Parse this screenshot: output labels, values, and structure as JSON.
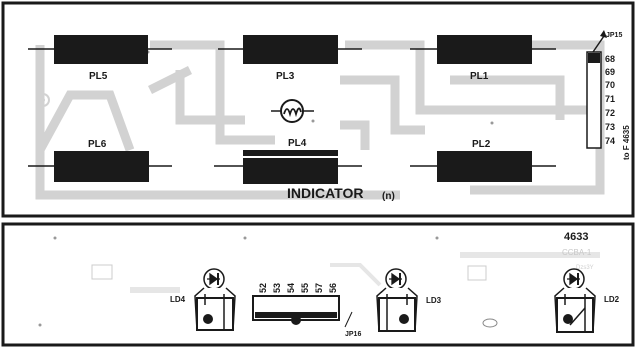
{
  "board": {
    "title": "INDICATOR",
    "title_suffix": "(n)",
    "board_number": "4633",
    "silk_faint": "CCBA-1",
    "silk_faint2": "Dzs3Y"
  },
  "resistors": [
    {
      "id": "pl5",
      "label": "PL5"
    },
    {
      "id": "pl3",
      "label": "PL3"
    },
    {
      "id": "pl1",
      "label": "PL1"
    },
    {
      "id": "pl6",
      "label": "PL6"
    },
    {
      "id": "pl4",
      "label": "PL4"
    },
    {
      "id": "pl2",
      "label": "PL2"
    }
  ],
  "connector_jp15": {
    "label": "JP15",
    "pins": [
      "68",
      "69",
      "70",
      "71",
      "72",
      "73",
      "74"
    ],
    "destination": "to F 4635"
  },
  "connector_jp16": {
    "label": "JP16",
    "pins": [
      "52",
      "53",
      "54",
      "55",
      "57",
      "56"
    ]
  },
  "leds": [
    {
      "id": "ld4",
      "label": "LD4"
    },
    {
      "id": "ld3",
      "label": "LD3"
    },
    {
      "id": "ld2",
      "label": "LD2"
    }
  ],
  "colors": {
    "ink": "#1a1a1a",
    "trace": "#d2d2d2",
    "background": "#ffffff"
  }
}
